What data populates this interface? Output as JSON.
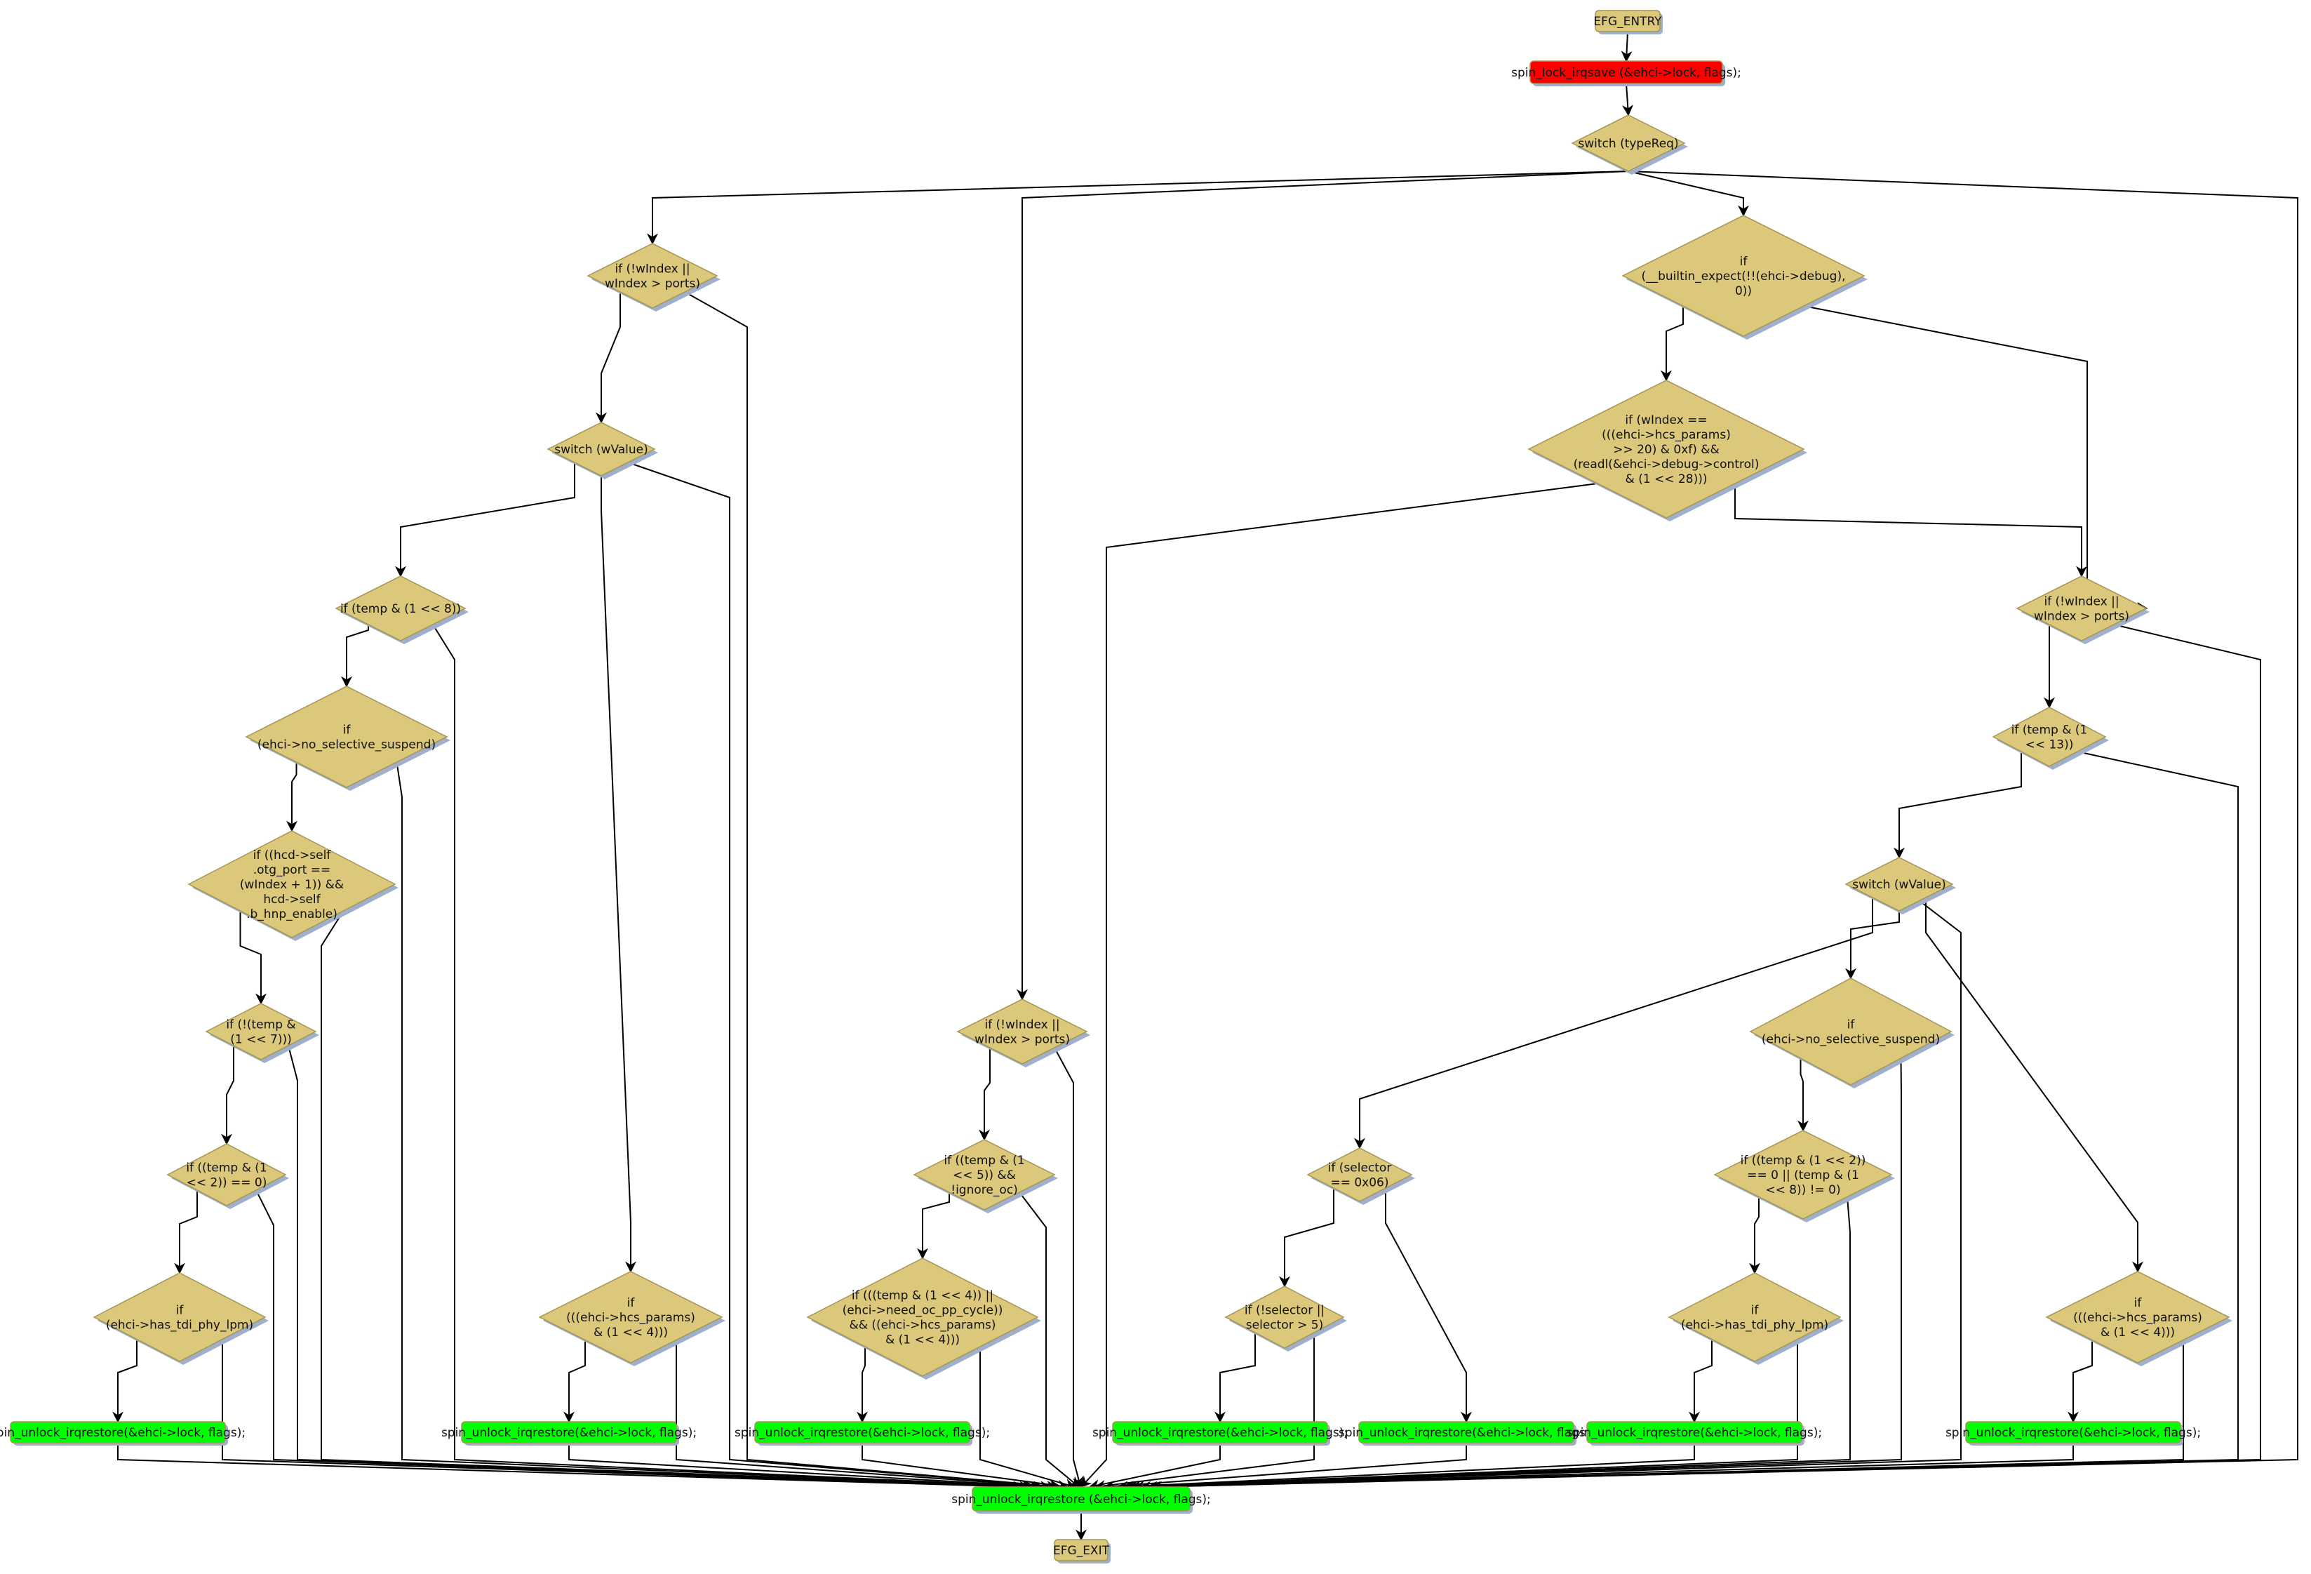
{
  "colors": {
    "decision": "#dbc87a",
    "lock": "#ff0000",
    "unlock": "#00ff00",
    "terminal": "#dbc87a"
  },
  "nodes": {
    "entry": "EFG_ENTRY",
    "lock": "spin_lock_irqsave (&ehci->lock, flags);",
    "sw_type": "switch (typeReq)",
    "d1": "if (!wIndex ||\nwIndex > ports)",
    "d_builtin": "if\n(__builtin_expect(!!(ehci->debug),\n0))",
    "sw_wvalue1": "switch (wValue)",
    "d_windex_eq": "if (wIndex ==\n(((ehci->hcs_params)\n>> 20) & 0xf) &&\n(readl(&ehci->debug->control)\n& (1 << 28)))",
    "d_temp8": "if (temp & (1 << 8))",
    "d_wind_r": "if (!wIndex ||\nwIndex > ports)",
    "d_nosel1": "if\n(ehci->no_selective_suspend)",
    "d_temp13": "if (temp & (1\n<< 13))",
    "d_hcd": "if ((hcd->self\n.otg_port ==\n(wIndex + 1)) &&\nhcd->self\n.b_hnp_enable)",
    "sw_wvalue2": "switch (wValue)",
    "d_temp7": "if (!(temp &\n(1 << 7)))",
    "d_wind_m": "if (!wIndex ||\nwIndex > ports)",
    "d_nosel2": "if\n(ehci->no_selective_suspend)",
    "d_temp2": "if ((temp & (1\n<< 2)) == 0)",
    "d_temp5": "if ((temp & (1\n<< 5)) &&\n!ignore_oc)",
    "d_sel06": "if (selector\n== 0x06)",
    "d_temp28": "if ((temp & (1 << 2))\n== 0 || (temp & (1\n<< 8)) != 0)",
    "d_tdi1": "if\n(ehci->has_tdi_phy_lpm)",
    "d_hcs1": "if\n(((ehci->hcs_params)\n& (1 << 4)))",
    "d_oc": "if (((temp & (1 << 4)) ||\n(ehci->need_oc_pp_cycle))\n&& ((ehci->hcs_params)\n& (1 << 4)))",
    "d_sel5": "if (!selector ||\nselector > 5)",
    "d_tdi2": "if\n(ehci->has_tdi_phy_lpm)",
    "d_hcs2": "if\n(((ehci->hcs_params)\n& (1 << 4)))",
    "u1": "spin_unlock_irqrestore(&ehci->lock, flags);",
    "u2": "spin_unlock_irqrestore(&ehci->lock, flags);",
    "u3": "spin_unlock_irqrestore(&ehci->lock, flags);",
    "u4": "spin_unlock_irqrestore(&ehci->lock, flags);",
    "u5": "spin_unlock_irqrestore(&ehci->lock, flags);",
    "u6": "spin_unlock_irqrestore(&ehci->lock, flags);",
    "u7": "spin_unlock_irqrestore(&ehci->lock, flags);",
    "final": "spin_unlock_irqrestore (&ehci->lock, flags);",
    "exit": "EFG_EXIT"
  }
}
